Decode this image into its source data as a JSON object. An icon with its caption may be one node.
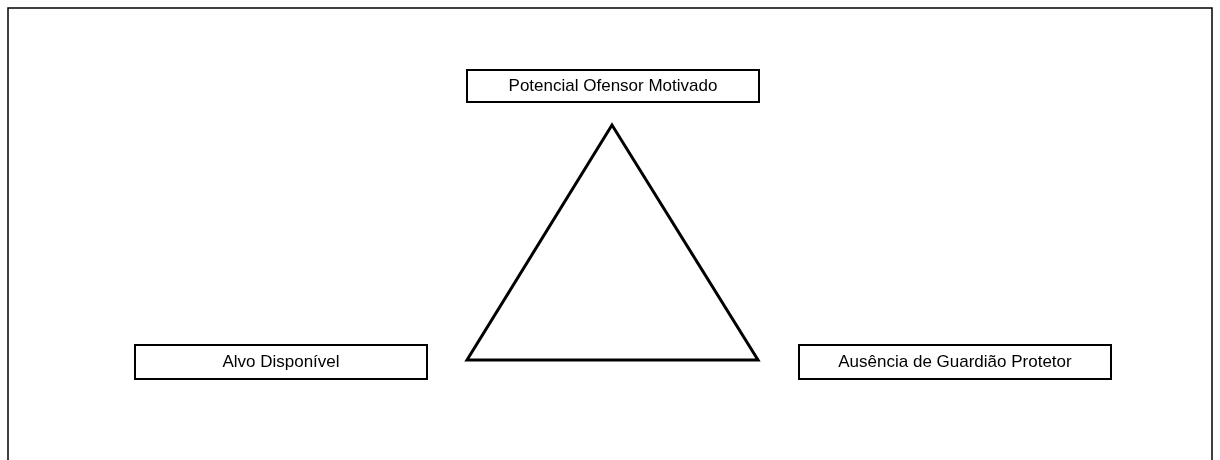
{
  "diagram": {
    "nodes": [
      {
        "text": [
          "Potencial Ofensor Motivado"
        ]
      },
      {
        "text": [
          "Alvo Disponível"
        ]
      },
      {
        "text": [
          "Ausência de Guardião Protetor"
        ]
      }
    ],
    "edges": []
  }
}
